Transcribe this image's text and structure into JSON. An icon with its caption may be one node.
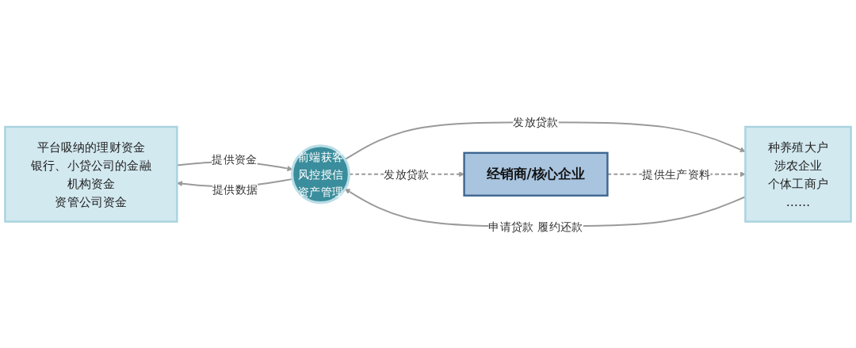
{
  "diagram": {
    "nodes": [
      {
        "text": [
          "平台吸纳的理财资金",
          "银行、小贷公司的金融机构资金",
          "资管公司资金"
        ]
      },
      {
        "text": [
          "前端获客",
          "风控授信",
          "资产管理"
        ]
      },
      {
        "text": [
          "种养殖大户",
          "涉农企业",
          "个体工商户",
          "……"
        ]
      },
      {
        "text": [
          "经销商/核心企业"
        ]
      }
    ],
    "edges": [
      {
        "from": 0,
        "to": 1,
        "arrow": "to",
        "label": "提供资金"
      },
      {
        "from": 1,
        "to": 0,
        "arrow": "to",
        "label": "提供数据"
      },
      {
        "from": 1,
        "to": 2,
        "arrow": "to",
        "label": "发放贷款"
      },
      {
        "from": 2,
        "to": 1,
        "arrow": "to",
        "label": "申请贷款 履约还款"
      },
      {
        "from": 1,
        "to": 3,
        "arrow": "to",
        "label": "发放贷款",
        "style": "dashed"
      },
      {
        "from": 3,
        "to": 2,
        "arrow": "to",
        "label": "提供生产资料",
        "style": "dashed"
      }
    ]
  }
}
